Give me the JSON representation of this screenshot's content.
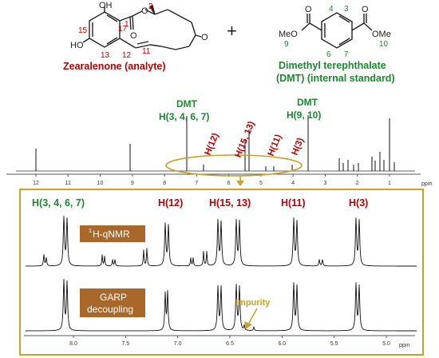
{
  "top": {
    "zea_name": "Zearalenone (analyte)",
    "dmt_name_line1": "Dimethyl terephthalate",
    "dmt_name_line2": "(DMT) (internal standard)",
    "plus": "+",
    "zea_atoms": {
      "oh": "OH",
      "ho": "HO",
      "o_ring": "O",
      "o_ketone": "O",
      "o_carbonyl": "O"
    },
    "zea_numbers": {
      "n2": "2",
      "n1": "1",
      "n15": "15",
      "n17": "17",
      "n13": "13",
      "n12": "12",
      "n11": "11"
    },
    "dmt_atoms": {
      "o_left": "O",
      "o_right": "O",
      "meo": "MeO",
      "ome": "OMe"
    },
    "dmt_numbers": {
      "n4": "4",
      "n3": "3",
      "n6": "6",
      "n7": "7",
      "n9": "9",
      "n10": "10"
    }
  },
  "spectrum_top": {
    "labels": {
      "dmt1_title": "DMT",
      "dmt1_sub": "H(3, 4, 6, 7)",
      "dmt2_title": "DMT",
      "dmt2_sub": "H(9, 10)",
      "h12": "H(12)",
      "h15_13": "H(15, 13)",
      "h11": "H(11)",
      "h3": "H(3)"
    },
    "axis_ticks": [
      "12",
      "11",
      "10",
      "9",
      "8",
      "7",
      "6",
      "5",
      "4",
      "3",
      "2",
      "1"
    ],
    "axis_unit": "ppm"
  },
  "zoom": {
    "labels": {
      "a": "H(3, 4, 6, 7)",
      "b": "H(12)",
      "c": "H(15, 13)",
      "d": "H(11)",
      "e": "H(3)"
    },
    "box1_super": "1",
    "box1_text": "H-qNMR",
    "box2_line1": "GARP",
    "box2_line2": "decoupling",
    "impurity": "Impurity",
    "axis_ticks": [
      "8.0",
      "7.5",
      "7.0",
      "6.5",
      "6.0",
      "5.5",
      "5.0"
    ],
    "axis_unit": "ppm"
  },
  "colors": {
    "red": "#c00000",
    "green": "#1a8a2e",
    "gold": "#b8860b",
    "brown_box": "#a8682a"
  }
}
